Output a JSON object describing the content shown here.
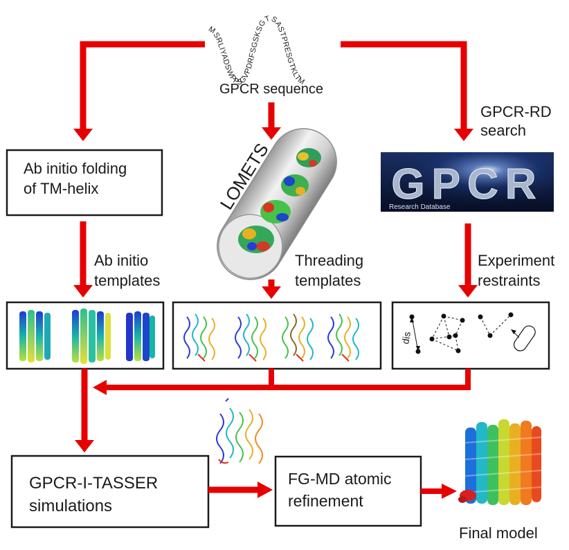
{
  "sequence": {
    "caption": "GPCR sequence",
    "residues": "MSRLIYADSWPPSGVPDRFSGSKSGTSASTPRESGTKLTM"
  },
  "nodes": {
    "abinitio_box": [
      "Ab initio folding",
      "of TM-helix"
    ],
    "lomets": "LOMETS",
    "gpcrrd_label": [
      "GPCR-RD",
      "search"
    ],
    "gpcr_logo": {
      "big": "GPCR",
      "small": "Research Database"
    },
    "abinitio_templates": [
      "Ab initio",
      "templates"
    ],
    "threading_templates": [
      "Threading",
      "templates"
    ],
    "experiment_restraints": [
      "Experiment",
      "restraints"
    ],
    "dis_label": "dis",
    "itasser_box": [
      "GPCR-I-TASSER",
      "simulations"
    ],
    "fgmd_box": [
      "FG-MD atomic",
      "refinement"
    ],
    "final_model": "Final model"
  },
  "colors": {
    "arrow": "#e60000",
    "box_stroke": "#1a1a1a",
    "logo_bg": "#0a1a3a"
  }
}
